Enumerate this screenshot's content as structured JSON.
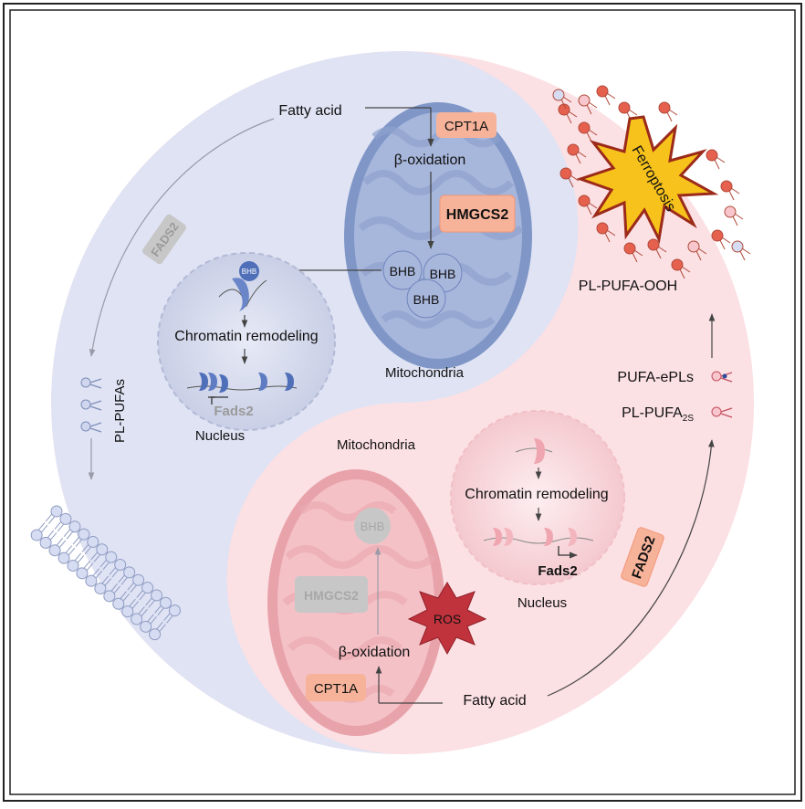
{
  "top": {
    "fatty_acid": "Fatty acid",
    "cpt1a": "CPT1A",
    "beta_oxidation": "β-oxidation",
    "hmgcs2": "HMGCS2",
    "bhb": "BHB",
    "mitochondria": "Mitochondria",
    "chromatin_remodeling": "Chromatin remodeling",
    "fads2_gene": "Fads2",
    "nucleus": "Nucleus",
    "fads2_protein": "FADS2",
    "pl_pufas": "PL-PUFAs"
  },
  "bottom": {
    "mitochondria": "Mitochondria",
    "bhb": "BHB",
    "hmgcs2": "HMGCS2",
    "ros": "ROS",
    "beta_oxidation": "β-oxidation",
    "cpt1a": "CPT1A",
    "fatty_acid": "Fatty acid",
    "chromatin_remodeling": "Chromatin remodeling",
    "fads2_gene": "Fads2",
    "nucleus": "Nucleus",
    "fads2_protein": "FADS2",
    "pufa_epls": "PUFA-ePLs",
    "pl_pufa_main": "PL-PUFA",
    "pl_pufa_sub": "2S",
    "pl_pufa_ooh": "PL-PUFA-OOH",
    "ferroptosis": "Ferroptosis"
  },
  "colors": {
    "blue_bg": "#dfe3f4",
    "pink_bg": "#fbe0e4",
    "mito_blue": "#7f96c7",
    "mito_pink": "#e8a2aa",
    "orange_box": "#f6b39a",
    "gray_box": "#c7c7c7",
    "ros_red": "#c0333c",
    "ferro_yellow": "#f7c21b"
  }
}
